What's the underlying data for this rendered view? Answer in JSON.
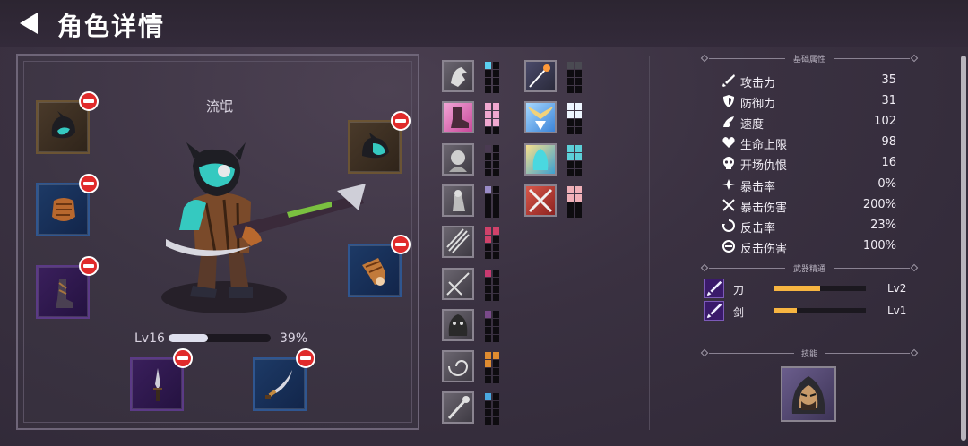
{
  "header": {
    "title": "角色详情"
  },
  "character": {
    "name": "流氓",
    "level_label": "Lv16",
    "xp_percent_label": "39%",
    "xp_fraction": 0.39
  },
  "equipment_slots": [
    {
      "name": "helmet",
      "rarity": "brown"
    },
    {
      "name": "chest-armor",
      "rarity": "blue"
    },
    {
      "name": "boots",
      "rarity": "purple"
    },
    {
      "name": "mask",
      "rarity": "brown"
    },
    {
      "name": "gauntlet",
      "rarity": "blue"
    },
    {
      "name": "dagger",
      "rarity": "purple"
    },
    {
      "name": "scimitar",
      "rarity": "blue"
    }
  ],
  "inventory": [
    {
      "icon": "claw-icon",
      "tint": "gray",
      "pip_color": "#5bd0f0",
      "pips": 1
    },
    {
      "icon": "boot-icon",
      "tint": "pink",
      "pip_color": "#f0a8d0",
      "pips": 6
    },
    {
      "icon": "head-icon",
      "tint": "gray",
      "pip_color": "#4a3a52",
      "pips": 1
    },
    {
      "icon": "figure-icon",
      "tint": "gray",
      "pip_color": "#9a8cc8",
      "pips": 1
    },
    {
      "icon": "slash-icon",
      "tint": "gray",
      "pip_color": "#d0426a",
      "pips": 3
    },
    {
      "icon": "cross-slash-icon",
      "tint": "gray",
      "pip_color": "#c83a70",
      "pips": 1
    },
    {
      "icon": "beast-icon",
      "tint": "gray",
      "pip_color": "#7a4a8a",
      "pips": 1
    },
    {
      "icon": "spiral-icon",
      "tint": "gray",
      "pip_color": "#e08c30",
      "pips": 3
    },
    {
      "icon": "staff-icon",
      "tint": "gray",
      "pip_color": "#4aa8e0",
      "pips": 1
    },
    {
      "icon": "meteor-icon",
      "tint": "dark",
      "pip_color": "#4a4a52",
      "pips": 2
    },
    {
      "icon": "wings-icon",
      "tint": "blue",
      "pip_color": "#eef6ff",
      "pips": 4
    },
    {
      "icon": "spirit-icon",
      "tint": "cyan",
      "pip_color": "#5cd0d8",
      "pips": 4
    },
    {
      "icon": "crossed-swords-icon",
      "tint": "red",
      "pip_color": "#f0b0b8",
      "pips": 4
    }
  ],
  "stats": {
    "section_label": "基础属性",
    "rows": [
      {
        "icon": "sword-icon",
        "label": "攻击力",
        "value": "35"
      },
      {
        "icon": "shield-icon",
        "label": "防御力",
        "value": "31"
      },
      {
        "icon": "wing-icon",
        "label": "速度",
        "value": "102"
      },
      {
        "icon": "heart-icon",
        "label": "生命上限",
        "value": "98"
      },
      {
        "icon": "skull-icon",
        "label": "开场仇恨",
        "value": "16"
      },
      {
        "icon": "burst-icon",
        "label": "暴击率",
        "value": "0%"
      },
      {
        "icon": "crit-damage-icon",
        "label": "暴击伤害",
        "value": "200%"
      },
      {
        "icon": "counter-icon",
        "label": "反击率",
        "value": "23%"
      },
      {
        "icon": "counter-damage-icon",
        "label": "反击伤害",
        "value": "100%"
      }
    ]
  },
  "mastery": {
    "section_label": "武器精通",
    "rows": [
      {
        "icon": "blade-icon",
        "name": "刀",
        "level": "Lv2",
        "fill": 0.5
      },
      {
        "icon": "sword-icon",
        "name": "剑",
        "level": "Lv1",
        "fill": 0.25
      }
    ]
  },
  "skills": {
    "section_label": "技能",
    "items": [
      {
        "icon": "hooded-rogue-icon"
      }
    ]
  },
  "colors": {
    "accent": "#f7b541",
    "remove": "#e02b2b",
    "bg": "#3a3141"
  }
}
